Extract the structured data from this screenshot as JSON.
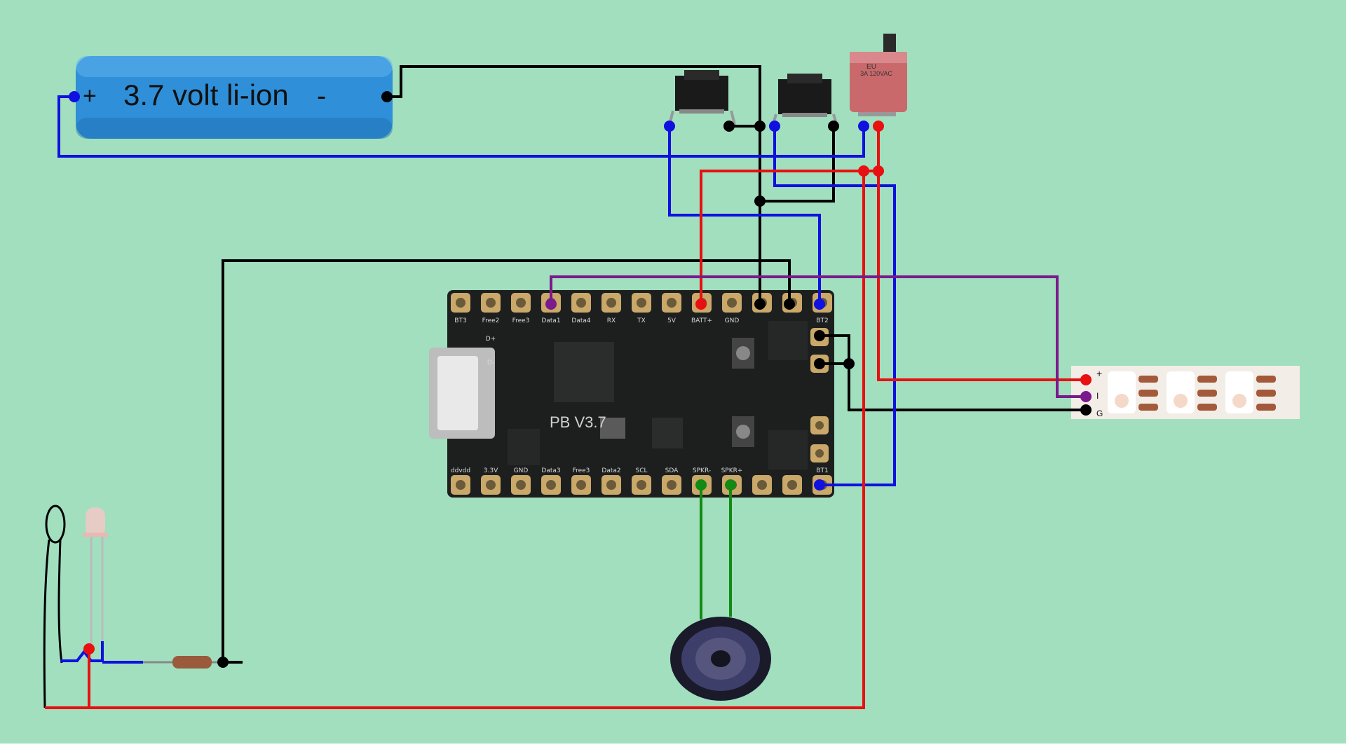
{
  "colors": {
    "background": "#a1dfbf",
    "wire_black": "#000000",
    "wire_blue": "#1010e0",
    "wire_red": "#e81010",
    "wire_purple": "#7a1a8c",
    "wire_green": "#138a13",
    "battery": "#2f8fd8",
    "board": "#1d1f1f",
    "pad": "#c9a86a"
  },
  "battery": {
    "plus": "+",
    "label": "3.7 volt li-ion",
    "minus": "-"
  },
  "switch": {
    "label_line1": "EU",
    "label_line2": "3A 120VAC"
  },
  "board": {
    "name": "PB V3.7",
    "top_pins": [
      "BT3",
      "Free2",
      "Free3",
      "Data1",
      "Data4",
      "RX",
      "TX",
      "5V",
      "BATT+",
      "GND",
      "",
      "",
      "BT2"
    ],
    "bottom_pins": [
      "ddvdd",
      "3.3V",
      "GND",
      "Data3",
      "Free3",
      "Data2",
      "SCL",
      "SDA",
      "SPKR-",
      "SPKR+",
      "",
      "",
      "BT1"
    ],
    "side_pins": [
      "D+",
      "D-"
    ]
  },
  "strip": {
    "plus": "+",
    "data": "I",
    "ground": "G"
  },
  "icons": [
    "battery-icon",
    "pushbutton-icon",
    "slide-switch-icon",
    "board-icon",
    "usb-port-icon",
    "led-strip-icon",
    "speaker-icon",
    "led-icon",
    "resistor-icon",
    "sensor-loop-icon"
  ]
}
